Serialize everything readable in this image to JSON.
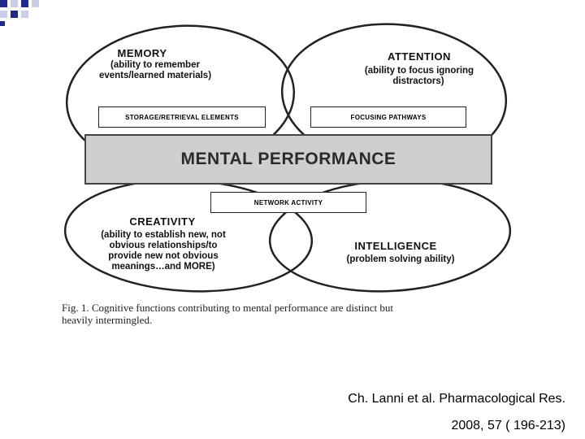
{
  "diagram": {
    "memory": {
      "title": "MEMORY",
      "desc": [
        "(ability to remember",
        "events/learned materials)"
      ]
    },
    "attention": {
      "title": "ATTENTION",
      "desc": [
        "(ability to focus ignoring",
        "distractors)"
      ]
    },
    "creativity": {
      "title": "CREATIVITY",
      "desc": [
        "(ability to establish new, not",
        "obvious relationships/to",
        "provide new not obvious",
        "meanings…and MORE)"
      ]
    },
    "intelligence": {
      "title": "INTELLIGENCE",
      "desc": [
        "(problem solving ability)"
      ]
    },
    "storage_box": "STORAGE/RETRIEVAL  ELEMENTS",
    "focusing_box": "FOCUSING PATHWAYS",
    "network_box": "NETWORK ACTIVITY",
    "central": "MENTAL PERFORMANCE"
  },
  "caption": [
    "Fig. 1.  Cognitive functions contributing to mental performance are distinct but",
    "heavily intermingled."
  ],
  "citation": {
    "line1": "Ch. Lanni et al. Pharmacological Res.",
    "line2": "2008, 57 ( 196-213)"
  },
  "colors": {
    "corner_blue": "#1f2a8a",
    "corner_light": "#c9cde8",
    "central_fill": "#cfcfcf"
  }
}
